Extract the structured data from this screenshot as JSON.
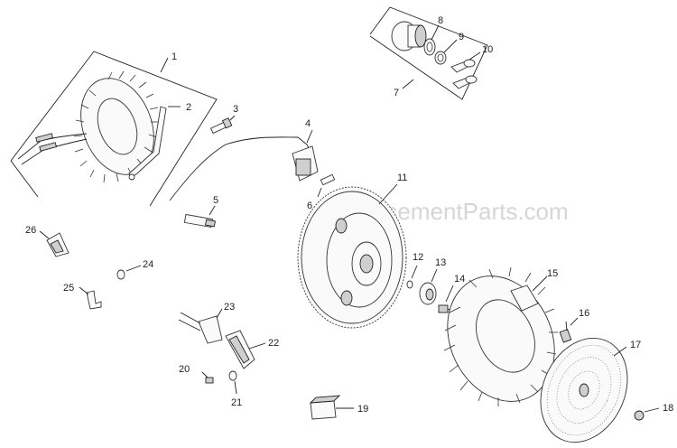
{
  "watermark": "eReplacementParts.com",
  "labels": {
    "n1": "1",
    "n2": "2",
    "n3": "3",
    "n4": "4",
    "n5": "5",
    "n6": "6",
    "n7": "7",
    "n8": "8",
    "n9": "9",
    "n10": "10",
    "n11": "11",
    "n12": "12",
    "n13": "13",
    "n14": "14",
    "n15": "15",
    "n16": "16",
    "n17": "17",
    "n18": "18",
    "n19": "19",
    "n20": "20",
    "n21": "21",
    "n22": "22",
    "n23": "23",
    "n24": "24",
    "n25": "25",
    "n26": "26"
  }
}
